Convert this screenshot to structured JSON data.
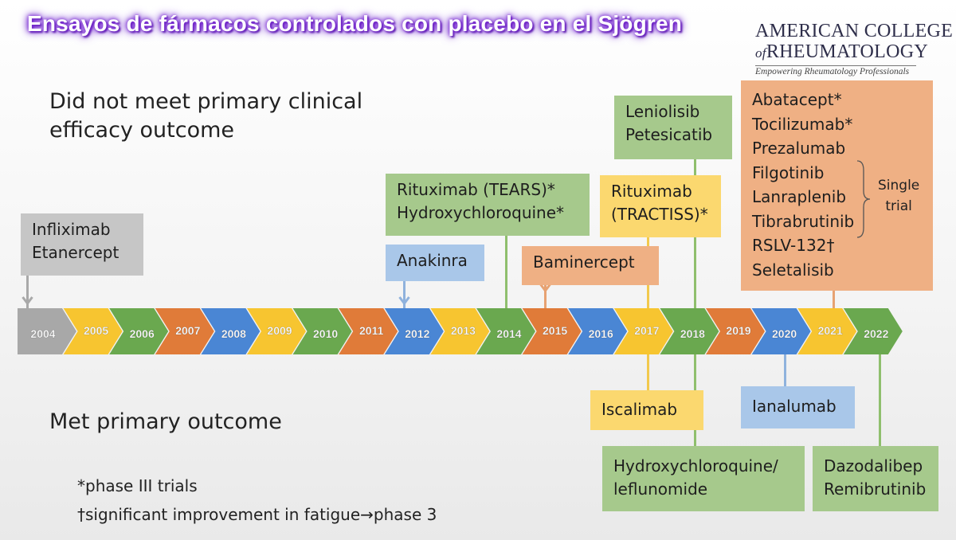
{
  "title": "Ensayos de fármacos controlados con placebo en el Sjögren",
  "logo": {
    "line1": "AMERICAN COLLEGE",
    "of": "of",
    "line2": "RHEUMATOLOGY",
    "tagline": "Empowering Rheumatology Professionals"
  },
  "headings": {
    "not_met_line1": "Did not meet primary clinical",
    "not_met_line2": "efficacy outcome",
    "met": "Met primary outcome"
  },
  "colors": {
    "grey": "#a8a8a8",
    "yellow": "#f7c530",
    "green": "#6aa84f",
    "orange": "#e07b39",
    "blue": "#4a86d4"
  },
  "years": [
    {
      "label": "2004",
      "color": "grey"
    },
    {
      "label": "2005",
      "color": "yellow"
    },
    {
      "label": "2006",
      "color": "green"
    },
    {
      "label": "2007",
      "color": "orange"
    },
    {
      "label": "2008",
      "color": "blue"
    },
    {
      "label": "2009",
      "color": "yellow"
    },
    {
      "label": "2010",
      "color": "green"
    },
    {
      "label": "2011",
      "color": "orange"
    },
    {
      "label": "2012",
      "color": "blue"
    },
    {
      "label": "2013",
      "color": "yellow"
    },
    {
      "label": "2014",
      "color": "green"
    },
    {
      "label": "2015",
      "color": "orange"
    },
    {
      "label": "2016",
      "color": "blue"
    },
    {
      "label": "2017",
      "color": "yellow"
    },
    {
      "label": "2018",
      "color": "green"
    },
    {
      "label": "2019",
      "color": "orange"
    },
    {
      "label": "2020",
      "color": "blue"
    },
    {
      "label": "2021",
      "color": "yellow"
    },
    {
      "label": "2022",
      "color": "green"
    }
  ],
  "not_met": [
    {
      "year": "2004",
      "color": "grey",
      "drugs": [
        "Infliximab",
        "Etanercept"
      ]
    },
    {
      "year": "2012",
      "color": "blue",
      "drugs": [
        "Anakinra"
      ]
    },
    {
      "year": "2014",
      "color": "green",
      "drugs": [
        "Rituximab (TEARS)*",
        "Hydroxychloroquine*"
      ]
    },
    {
      "year": "2015",
      "color": "orange",
      "drugs": [
        "Baminercept"
      ]
    },
    {
      "year": "2017",
      "color": "yellow",
      "drugs": [
        "Rituximab",
        "(TRACTISS)*"
      ]
    },
    {
      "year": "2018",
      "color": "green",
      "drugs": [
        "Leniolisib",
        "Petesicatib"
      ]
    },
    {
      "year": "2021",
      "color": "orange",
      "drugs": [
        "Abatacept*",
        "Tocilizumab*",
        "Prezalumab",
        "Filgotinib",
        "Lanraplenib",
        "Tibrabrutinib",
        "RSLV-132†",
        "Seletalisib"
      ]
    }
  ],
  "single_trial": [
    "Single",
    "trial"
  ],
  "met": [
    {
      "year": "2017",
      "color": "yellow",
      "drugs": [
        "Iscalimab"
      ]
    },
    {
      "year": "2018",
      "color": "green",
      "drugs": [
        "Hydroxychloroquine/",
        "leflunomide"
      ]
    },
    {
      "year": "2020",
      "color": "blue",
      "drugs": [
        "Ianalumab"
      ]
    },
    {
      "year": "2022",
      "color": "green",
      "drugs": [
        "Dazodalibep",
        "Remibrutinib"
      ]
    }
  ],
  "footnotes": [
    "*phase III trials",
    "†significant improvement in fatigue→phase 3"
  ]
}
